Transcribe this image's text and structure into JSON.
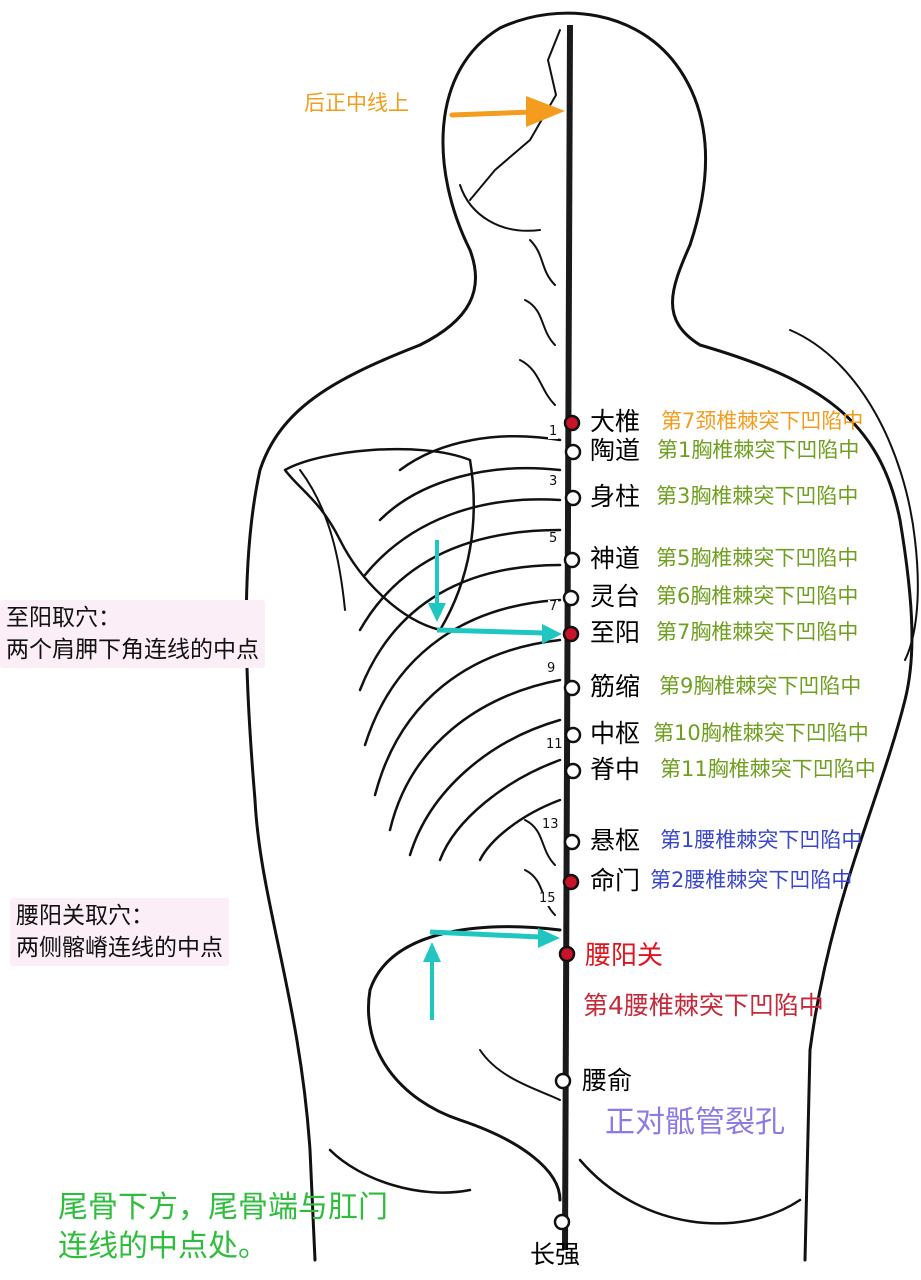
{
  "colors": {
    "orange": "#f39c1e",
    "green": "#6f9f1f",
    "blue": "#3b47c9",
    "red": "#e0141c",
    "crimson": "#c42a3a",
    "cyan": "#1fc7c0",
    "purple": "#8a7be6",
    "bright_green": "#2ebd3c",
    "outline": "#111111",
    "spine_line": "#1a1a1a"
  },
  "head_label": "后正中线上",
  "points": [
    {
      "name": "大椎",
      "desc": "第7颈椎棘突下凹陷中",
      "color": "orange",
      "marker": "red"
    },
    {
      "name": "陶道",
      "desc": "第1胸椎棘突下凹陷中",
      "color": "green",
      "marker": "white"
    },
    {
      "name": "身柱",
      "desc": "第3胸椎棘突下凹陷中",
      "color": "green",
      "marker": "white"
    },
    {
      "name": "神道",
      "desc": "第5胸椎棘突下凹陷中",
      "color": "green",
      "marker": "white"
    },
    {
      "name": "灵台",
      "desc": "第6胸椎棘突下凹陷中",
      "color": "green",
      "marker": "white"
    },
    {
      "name": "至阳",
      "desc": "第7胸椎棘突下凹陷中",
      "color": "green",
      "marker": "red"
    },
    {
      "name": "筋缩",
      "desc": "第9胸椎棘突下凹陷中",
      "color": "green",
      "marker": "white"
    },
    {
      "name": "中枢",
      "desc": "第10胸椎棘突下凹陷中",
      "color": "green",
      "marker": "white"
    },
    {
      "name": "脊中",
      "desc": "第11胸椎棘突下凹陷中",
      "color": "green",
      "marker": "white"
    },
    {
      "name": "悬枢",
      "desc": "第1腰椎棘突下凹陷中",
      "color": "blue",
      "marker": "white"
    },
    {
      "name": "命门",
      "desc": "第2腰椎棘突下凹陷中",
      "color": "blue",
      "marker": "red"
    }
  ],
  "yaoyangguan": {
    "name": "腰阳关",
    "desc": "第4腰椎棘突下凹陷中",
    "name_color": "red",
    "desc_color": "crimson"
  },
  "yaoshu": {
    "name": "腰俞",
    "desc": "正对骶管裂孔",
    "desc_color": "purple"
  },
  "changqiang": {
    "name": "长强",
    "desc_line1": "尾骨下方，尾骨端与肛门",
    "desc_line2": "连线的中点处。",
    "desc_color": "bright_green"
  },
  "vertebra_numbers": [
    "1",
    "3",
    "5",
    "7",
    "9",
    "11",
    "13",
    "15"
  ],
  "zhiyang_box": {
    "line1": "至阳取穴：",
    "line2": "两个肩胛下角连线的中点"
  },
  "yaoyang_box": {
    "line1": "腰阳关取穴：",
    "line2": "两侧髂嵴连线的中点"
  }
}
